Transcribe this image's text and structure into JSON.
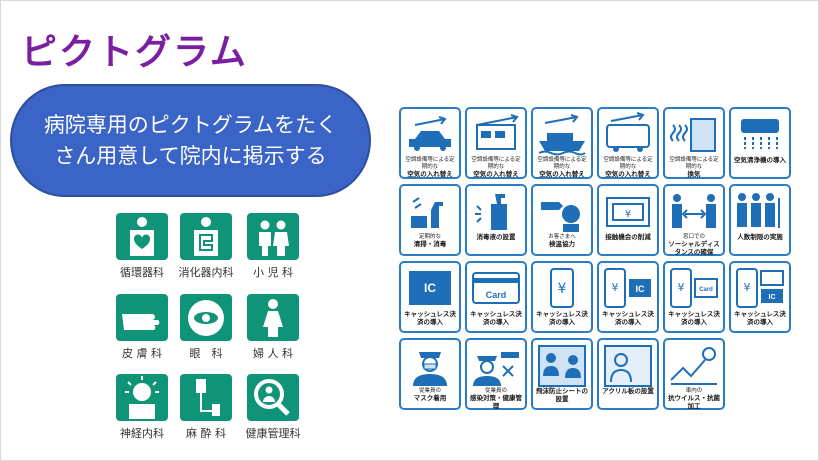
{
  "slide": {
    "title": "ピクトグラム",
    "bubble_line1": "病院専用のピクトグラムをたく",
    "bubble_line2": "さん用意して院内に掲示する"
  },
  "departments": [
    {
      "label": "循環器科",
      "icon": "heart-torso-icon"
    },
    {
      "label": "消化器内科",
      "icon": "digestive-organs-icon"
    },
    {
      "label": "小 児 科",
      "icon": "children-icon"
    },
    {
      "label": "皮 膚 科",
      "icon": "hand-icon"
    },
    {
      "label": "眼　科",
      "icon": "eye-icon"
    },
    {
      "label": "婦 人 科",
      "icon": "woman-icon"
    },
    {
      "label": "神経内科",
      "icon": "nerve-head-icon"
    },
    {
      "label": "麻 酔 科",
      "icon": "iv-drip-icon"
    },
    {
      "label": "健康管理科",
      "icon": "magnifier-person-icon"
    }
  ],
  "pictograms": [
    {
      "small": "空調設備等による定期的な",
      "main": "空気の入れ替え",
      "icon": "taxi-ventilation-icon"
    },
    {
      "small": "空調設備等による定期的な",
      "main": "空気の入れ替え",
      "icon": "train-ventilation-icon"
    },
    {
      "small": "空調設備等による定期的な",
      "main": "空気の入れ替え",
      "icon": "ship-ventilation-icon"
    },
    {
      "small": "空調設備等による定期的な",
      "main": "空気の入れ替え",
      "icon": "bus-ventilation-icon"
    },
    {
      "small": "空調設備等による定期的な",
      "main": "換気",
      "icon": "window-ventilation-icon"
    },
    {
      "small": "",
      "main": "空気清浄機の導入",
      "icon": "air-purifier-icon"
    },
    {
      "small": "定期的な",
      "main": "清掃・消毒",
      "icon": "cleaning-spray-icon"
    },
    {
      "small": "",
      "main": "消毒液の設置",
      "icon": "sanitizer-bottle-icon"
    },
    {
      "small": "お客さまへ",
      "main": "検温協力",
      "icon": "thermometer-icon"
    },
    {
      "small": "",
      "main": "接触機会の削減",
      "icon": "cash-tray-icon"
    },
    {
      "small": "窓口での",
      "main": "ソーシャルディスタンスの確保",
      "icon": "social-distance-icon"
    },
    {
      "small": "",
      "main": "人数制限の実施",
      "icon": "people-limit-icon"
    },
    {
      "small": "",
      "main": "キャッシュレス決済の導入",
      "icon": "ic-card-icon",
      "label": "IC"
    },
    {
      "small": "",
      "main": "キャッシュレス決済の導入",
      "icon": "credit-card-icon",
      "label": "Card"
    },
    {
      "small": "",
      "main": "キャッシュレス決済の導入",
      "icon": "smartphone-yen-icon"
    },
    {
      "small": "",
      "main": "キャッシュレス決済の導入",
      "icon": "smartphone-ic-icon",
      "label": "IC"
    },
    {
      "small": "",
      "main": "キャッシュレス決済の導入",
      "icon": "smartphone-card-icon",
      "label": "Card"
    },
    {
      "small": "",
      "main": "キャッシュレス決済の導入",
      "icon": "smartphone-ic-card-icon",
      "label": "IC"
    },
    {
      "small": "従業員の",
      "main": "マスク着用",
      "icon": "staff-mask-icon"
    },
    {
      "small": "従業員の",
      "main": "感染対策・健康管理",
      "icon": "staff-health-icon"
    },
    {
      "small": "",
      "main": "飛沫防止シートの設置",
      "icon": "splash-sheet-icon"
    },
    {
      "small": "",
      "main": "アクリル板の設置",
      "icon": "acrylic-panel-icon"
    },
    {
      "small": "車内の",
      "main": "抗ウイルス・抗菌加工",
      "icon": "antivirus-coating-icon"
    }
  ]
}
